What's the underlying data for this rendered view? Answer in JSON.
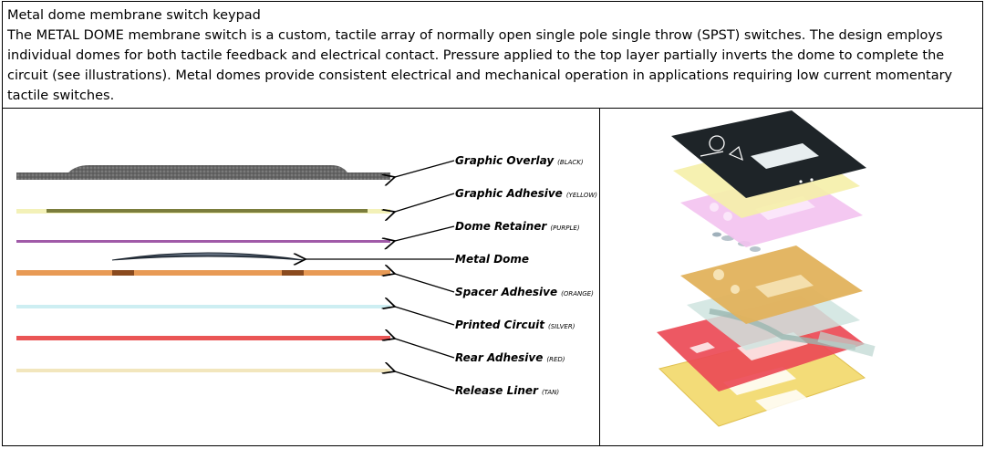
{
  "header": {
    "title": "Metal dome membrane switch keypad",
    "description": "The METAL DOME membrane switch is a custom, tactile array of normally open single pole single throw (SPST) switches. The design employs individual domes for both tactile feedback and electrical contact. Pressure applied to the top layer partially inverts the dome to complete the circuit (see illustrations). Metal domes provide consistent electrical and mechanical operation in applications requiring low current momentary tactile switches."
  },
  "layers": [
    {
      "name": "Graphic Overlay",
      "tag": "(BLACK)",
      "color": "#555555"
    },
    {
      "name": "Graphic Adhesive",
      "tag": "(YELLOW)",
      "color": "#f3f1b8"
    },
    {
      "name": "Dome Retainer",
      "tag": "(PURPLE)",
      "color": "#a05aa8"
    },
    {
      "name": "Metal Dome",
      "tag": "",
      "color": "#3c4a5a"
    },
    {
      "name": "Spacer Adhesive",
      "tag": "(ORANGE)",
      "color": "#e89a55"
    },
    {
      "name": "Printed Circuit",
      "tag": "(SILVER)",
      "color": "#cdeef2"
    },
    {
      "name": "Rear Adhesive",
      "tag": "(RED)",
      "color": "#ea5555"
    },
    {
      "name": "Release Liner",
      "tag": "(TAN)",
      "color": "#f2e6bd"
    }
  ],
  "exploded_view": {
    "layer_colors": [
      "#1e2428",
      "#f5f0a8",
      "#f3c2ef",
      "#e2b25c",
      "#cfe4df",
      "#ec4a56",
      "#f3dc78"
    ]
  }
}
